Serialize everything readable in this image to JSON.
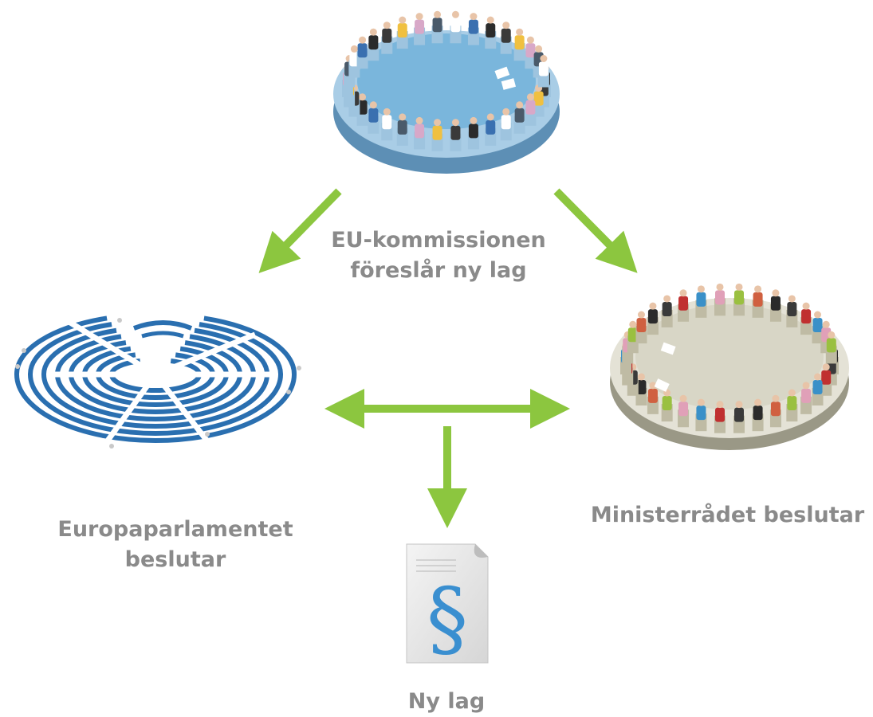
{
  "nodes": {
    "commission": {
      "label_line1": "EU-kommissionen",
      "label_line2": "föreslår ny lag"
    },
    "parliament": {
      "label_line1": "Europaparlamentet",
      "label_line2": "beslutar"
    },
    "council": {
      "label": "Ministerrådet beslutar"
    },
    "new_law": {
      "label": "Ny lag"
    }
  },
  "edges": [
    {
      "from": "commission",
      "to": "parliament",
      "type": "one-way"
    },
    {
      "from": "commission",
      "to": "council",
      "type": "one-way"
    },
    {
      "from": "parliament",
      "to": "council",
      "type": "two-way"
    },
    {
      "from": "parliament-council",
      "to": "new_law",
      "type": "one-way"
    }
  ],
  "colors": {
    "arrow": "#8cc63f",
    "label": "#8a8a8a",
    "table_commission": "#7ab6dc",
    "table_council": "#d8d6c6",
    "parliament_seats": "#2a6fb0",
    "section_sign": "#3a8fd0"
  },
  "icons": {
    "commission": "round-table-meeting-icon",
    "parliament": "parliament-hemicycle-icon",
    "council": "round-table-meeting-icon",
    "new_law": "law-document-section-sign-icon"
  }
}
